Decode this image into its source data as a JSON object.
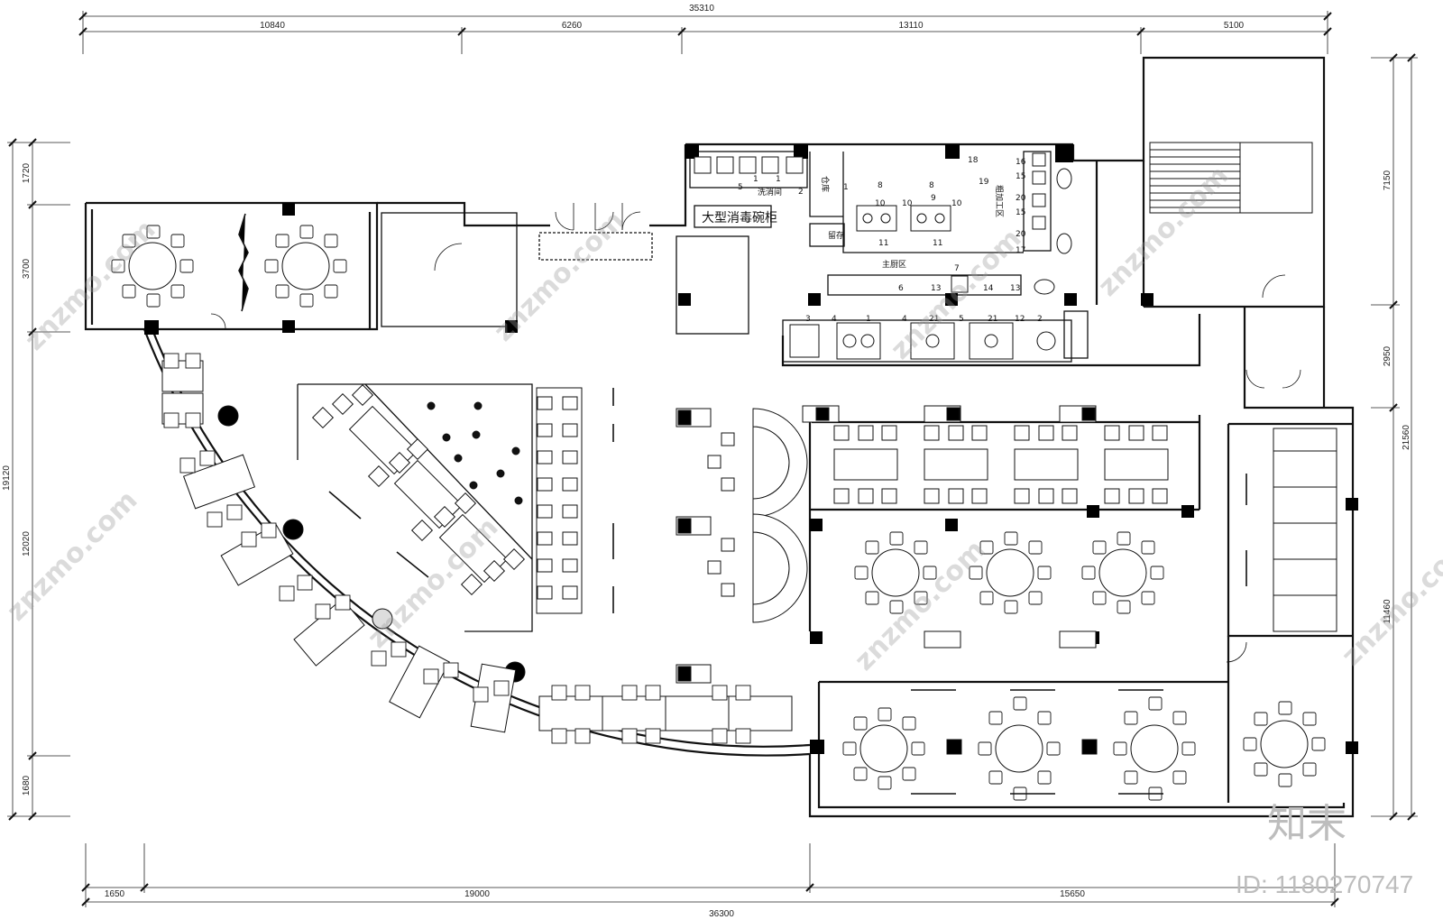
{
  "dimensions": {
    "top_total": "35310",
    "top_segments": [
      "10840",
      "6260",
      "13110",
      "5100"
    ],
    "bottom_total": "36300",
    "bottom_segments": [
      "1650",
      "19000",
      "15650"
    ],
    "left_outer": "19120",
    "left_segments": [
      "1720",
      "3700",
      "12020",
      "1680"
    ],
    "right_outer": "21560",
    "right_segments": [
      "7150",
      "2950",
      "11460"
    ]
  },
  "room_labels": {
    "disinfection_cabinet": "大型消毒碗柜",
    "dishwashing": "洗消间",
    "storage": "仓库",
    "cold_storage": "留存",
    "main_kitchen": "主厨区",
    "rough_processing": "粗加工区"
  },
  "equipment_numbers": [
    "5",
    "1",
    "1",
    "2",
    "1",
    "8",
    "8",
    "19",
    "18",
    "10",
    "10",
    "9",
    "10",
    "11",
    "11",
    "16",
    "15",
    "20",
    "15",
    "20",
    "17",
    "7",
    "6",
    "13",
    "14",
    "13",
    "3",
    "4",
    "1",
    "4",
    "21",
    "5",
    "21",
    "12",
    "2"
  ],
  "watermark": "znzmo.com",
  "brand": "知末",
  "id_label": "ID: 1180270747",
  "colors": {
    "line": "#111111",
    "fill_dark": "#000000",
    "watermark": "#9a9a9a"
  }
}
